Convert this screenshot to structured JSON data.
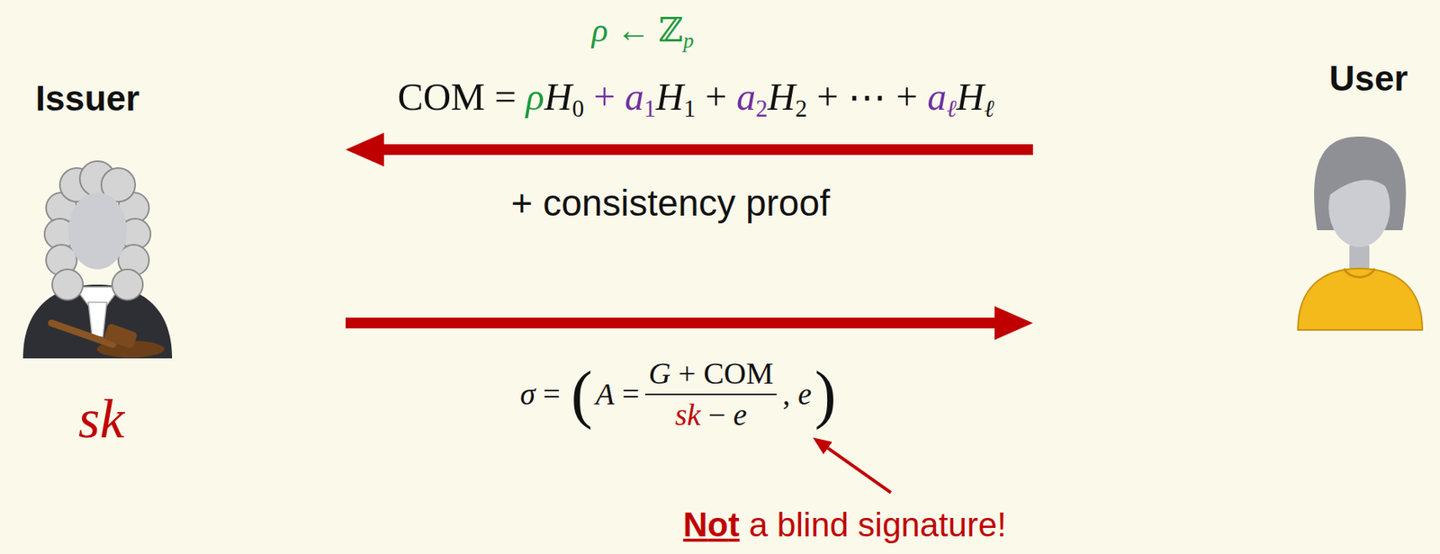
{
  "diagram": {
    "nodes": [
      {
        "text": [
          "Issuer",
          "sk"
        ]
      },
      {
        "text": [
          "User"
        ]
      }
    ],
    "edges": [
      {
        "from": 1,
        "to": 0,
        "arrow": "to"
      },
      {
        "from": 0,
        "to": 1,
        "arrow": "to"
      }
    ],
    "labels": [
      "ρ ← ℤp",
      "COM = ρH0 + a1H1 + a2H2 + ⋯ + aℓHℓ",
      "+ consistency proof",
      "σ = (A =",
      "G + COM",
      "sk − e",
      ", e)",
      "Not a blind signature!"
    ]
  }
}
